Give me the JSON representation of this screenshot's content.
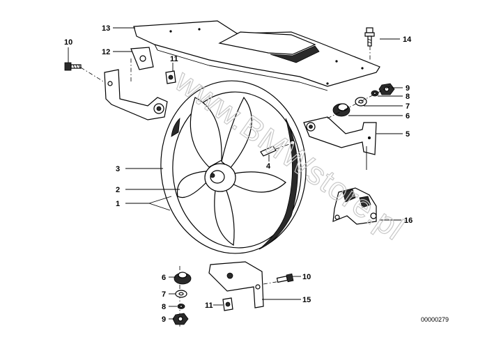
{
  "callouts": {
    "c1": "1",
    "c2": "2",
    "c3": "3",
    "c4": "4",
    "c5": "5",
    "c6a": "6",
    "c6b": "6",
    "c7a": "7",
    "c7b": "7",
    "c8a": "8",
    "c8b": "8",
    "c9a": "9",
    "c9b": "9",
    "c10a": "10",
    "c10b": "10",
    "c11a": "11",
    "c11b": "11",
    "c12": "12",
    "c13": "13",
    "c14": "14",
    "c15": "15",
    "c16": "16"
  },
  "document_number": "00000279",
  "watermark": "www.BMWstore.pl"
}
